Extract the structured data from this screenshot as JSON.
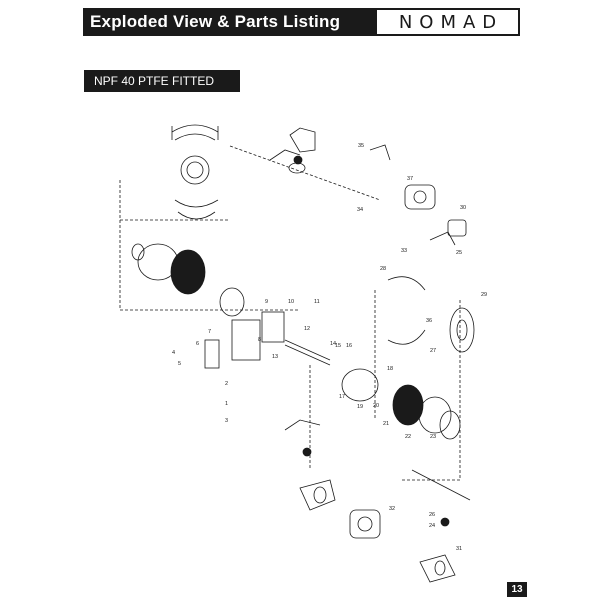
{
  "header": {
    "title": "Exploded View & Parts Listing",
    "logo": "NOMAD"
  },
  "section": {
    "label": "NPF 40 PTFE FITTED"
  },
  "page": {
    "number": "13"
  },
  "callouts": [
    "1",
    "2",
    "3",
    "4",
    "5",
    "6",
    "7",
    "8",
    "9",
    "10",
    "11",
    "12",
    "13",
    "14",
    "15",
    "16",
    "17",
    "18",
    "19",
    "20",
    "21",
    "22",
    "23",
    "24",
    "25",
    "26",
    "27",
    "28",
    "29",
    "30",
    "31",
    "32",
    "33",
    "34",
    "35",
    "36",
    "37"
  ],
  "colors": {
    "ink": "#1a1a1a",
    "paper": "#ffffff"
  }
}
